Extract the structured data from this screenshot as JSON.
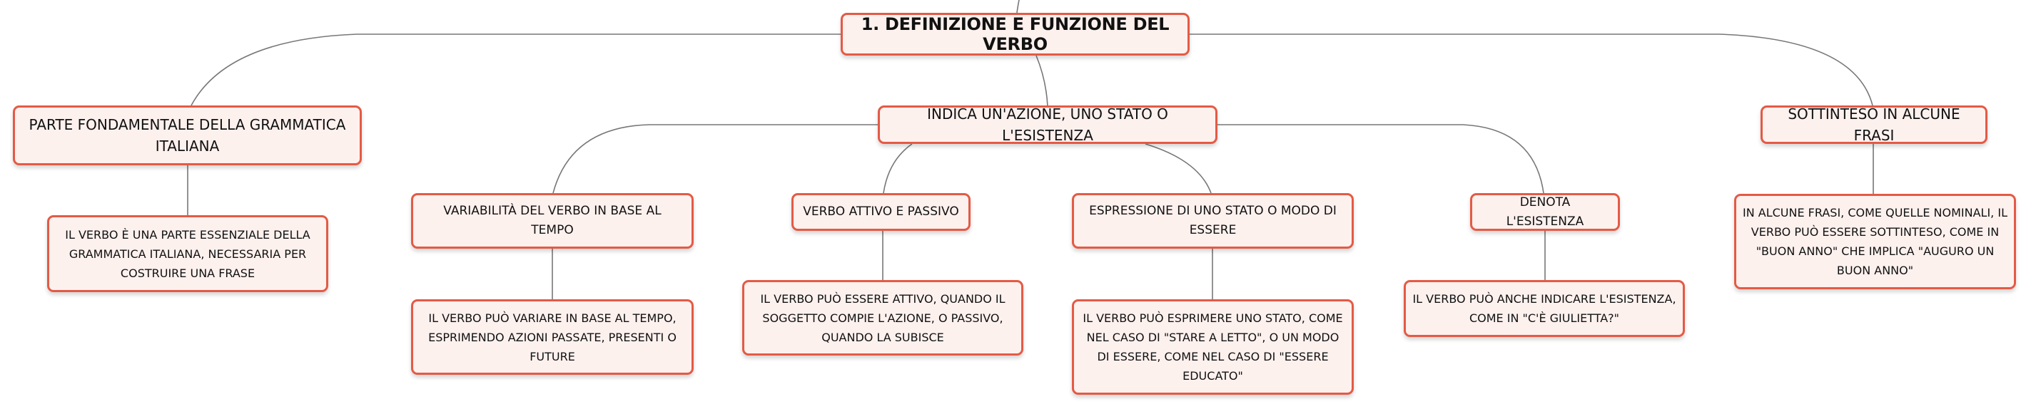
{
  "map": {
    "root": "1. DEFINIZIONE E FUNZIONE DEL VERBO",
    "branch_left": "PARTE FONDAMENTALE DELLA GRAMMATICA ITALIANA",
    "branch_left_detail": "IL VERBO È UNA PARTE ESSENZIALE DELLA GRAMMATICA ITALIANA, NECESSARIA PER COSTRUIRE UNA FRASE",
    "branch_center": "INDICA UN'AZIONE, UNO STATO O L'ESISTENZA",
    "topic_time": "VARIABILITÀ DEL VERBO IN BASE AL TEMPO",
    "topic_time_detail": "IL VERBO PUÒ VARIARE IN BASE AL TEMPO, ESPRIMENDO AZIONI PASSATE, PRESENTI O FUTURE",
    "topic_voice": "VERBO ATTIVO E PASSIVO",
    "topic_voice_detail": "IL VERBO PUÒ ESSERE ATTIVO, QUANDO IL SOGGETTO COMPIE L'AZIONE, O PASSIVO, QUANDO LA SUBISCE",
    "topic_state": "ESPRESSIONE DI UNO STATO O MODO DI ESSERE",
    "topic_state_detail": "IL VERBO PUÒ ESPRIMERE UNO STATO, COME NEL CASO DI \"STARE A LETTO\", O UN MODO DI ESSERE, COME NEL CASO DI \"ESSERE EDUCATO\"",
    "topic_existence": "DENOTA L'ESISTENZA",
    "topic_existence_detail": "IL VERBO PUÒ ANCHE INDICARE L'ESISTENZA, COME IN \"C'È GIULIETTA?\"",
    "branch_right": "SOTTINTESO IN ALCUNE FRASI",
    "branch_right_detail": "IN ALCUNE FRASI, COME QUELLE NOMINALI, IL VERBO PUÒ ESSERE SOTTINTESO, COME IN \"BUON ANNO\" CHE IMPLICA \"AUGURO UN BUON ANNO\""
  },
  "colors": {
    "border": "#e45a45",
    "fill": "#fdf1ee",
    "line": "#777777"
  }
}
